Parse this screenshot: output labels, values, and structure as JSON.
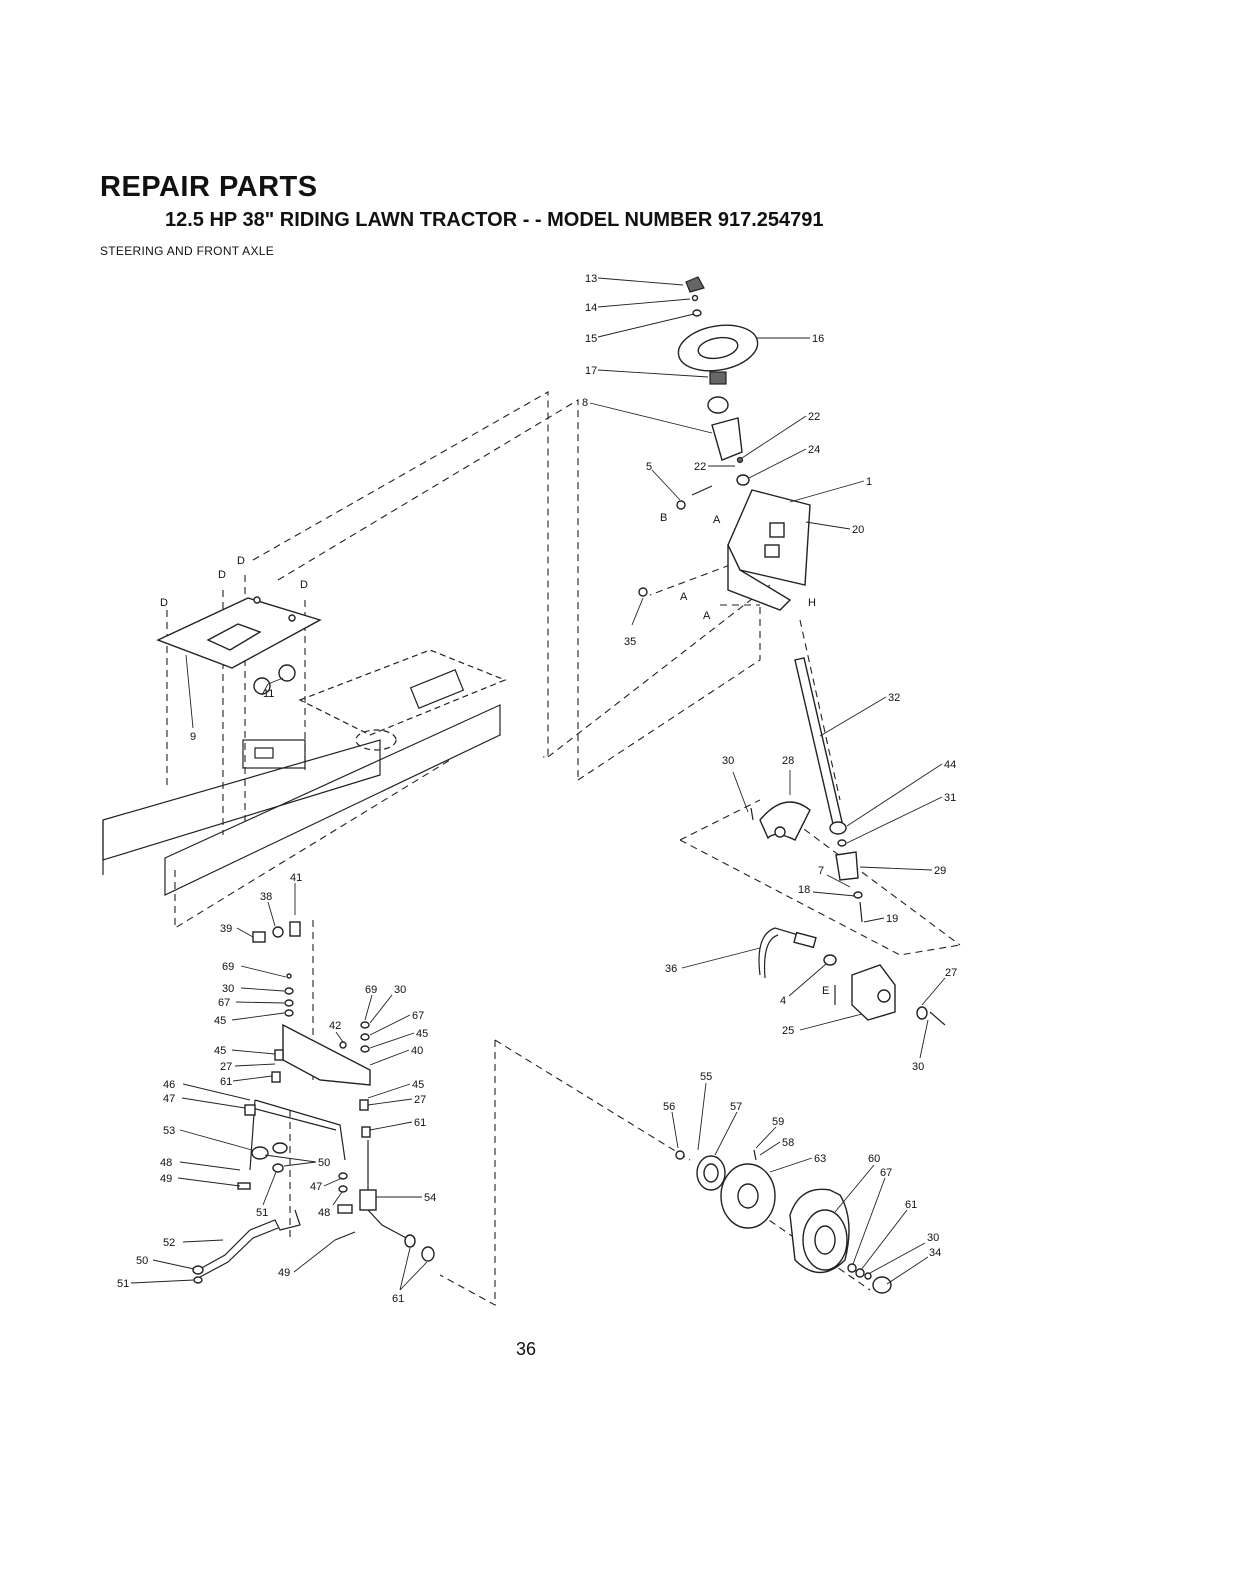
{
  "header": {
    "title": "REPAIR PARTS",
    "subtitle": "12.5 HP 38\" RIDING LAWN TRACTOR - - MODEL NUMBER 917.254791",
    "section": "STEERING AND FRONT AXLE"
  },
  "page_number": "36",
  "callouts": [
    "13",
    "14",
    "15",
    "16",
    "17",
    "8",
    "22",
    "24",
    "22",
    "5",
    "1",
    "B",
    "A",
    "20",
    "D",
    "D",
    "D",
    "D",
    "A",
    "A",
    "35",
    "H",
    "9",
    "11",
    "32",
    "30",
    "28",
    "44",
    "31",
    "7",
    "29",
    "18",
    "19",
    "36",
    "4",
    "27",
    "E",
    "25",
    "30",
    "41",
    "38",
    "39",
    "69",
    "30",
    "67",
    "45",
    "69",
    "30",
    "42",
    "67",
    "45",
    "40",
    "45",
    "27",
    "61",
    "46",
    "45",
    "47",
    "27",
    "61",
    "53",
    "48",
    "50",
    "49",
    "47",
    "51",
    "48",
    "54",
    "52",
    "50",
    "51",
    "49",
    "61",
    "55",
    "56",
    "57",
    "59",
    "58",
    "63",
    "60",
    "67",
    "61",
    "30",
    "34"
  ]
}
